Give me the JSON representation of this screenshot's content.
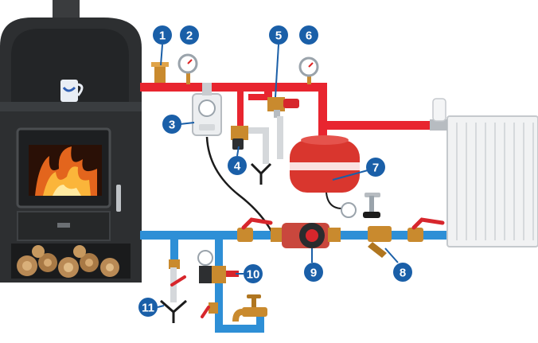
{
  "diagram": {
    "callouts": [
      {
        "label": "1",
        "part": "air-vent"
      },
      {
        "label": "2",
        "part": "supply-pressure-gauge"
      },
      {
        "label": "3",
        "part": "thermostat-controller"
      },
      {
        "label": "4",
        "part": "thermostatic-valve"
      },
      {
        "label": "5",
        "part": "safety-relief-valve"
      },
      {
        "label": "6",
        "part": "upper-pressure-gauge"
      },
      {
        "label": "7",
        "part": "expansion-vessel"
      },
      {
        "label": "8",
        "part": "strainer-filter"
      },
      {
        "label": "9",
        "part": "circulation-pump"
      },
      {
        "label": "10",
        "part": "return-pressure-gauge"
      },
      {
        "label": "11",
        "part": "drain-valve"
      }
    ],
    "colors": {
      "callout": "#1a5fa8",
      "supply_pipe": "#e8252f",
      "return_pipe": "#2e8fd6",
      "stove": "#2d2f31",
      "brass": "#c98a2e",
      "vessel": "#d9362e",
      "radiator": "#f1f2f3"
    }
  }
}
